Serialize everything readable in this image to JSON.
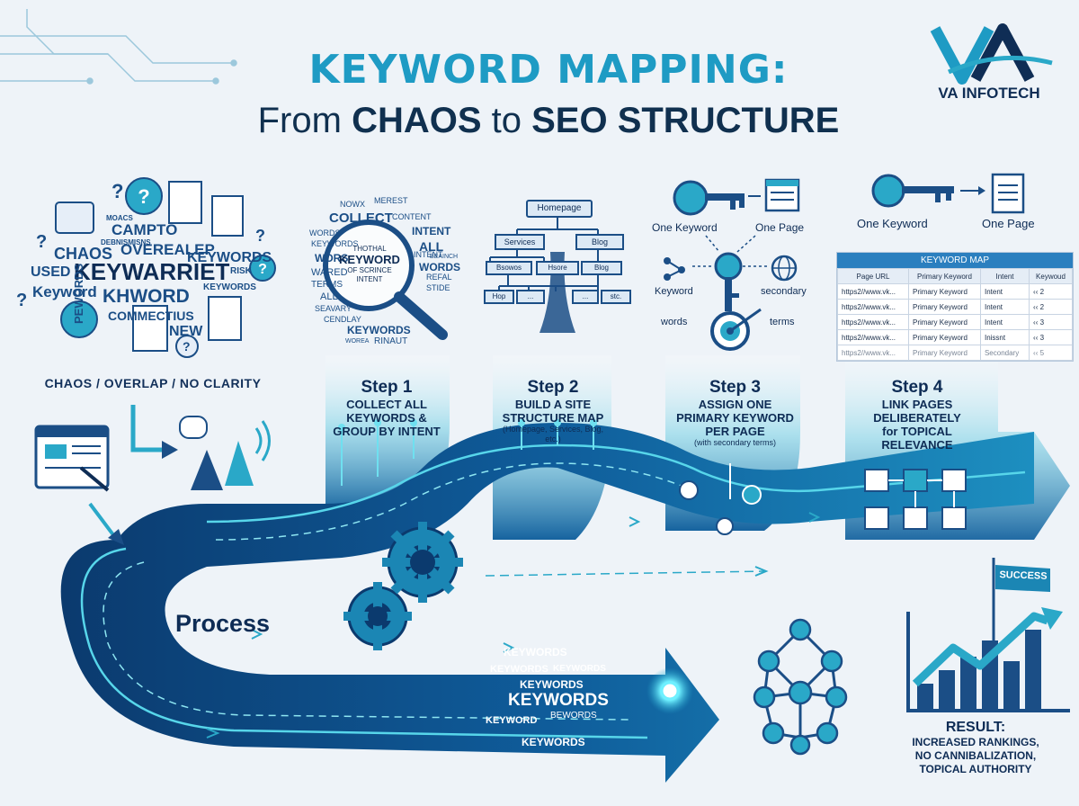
{
  "title": {
    "line1": "KEYWORD MAPPING:",
    "line2_pre": "From ",
    "line2_b1": "CHAOS",
    "line2_mid": " to ",
    "line2_b2": "SEO STRUCTURE"
  },
  "brand": {
    "name": "VA INFOTECH"
  },
  "chaos": {
    "label": "CHAOS / OVERLAP / NO CLARITY",
    "words": [
      "MOACS",
      "CAMPTO",
      "DEBNISMISNS",
      "OVEREALEP",
      "CHAOS",
      "KEYWORDS",
      "USED",
      "KEYWARRIET",
      "RISK",
      "KEYWORDS",
      "Keyword",
      "PEWORDS",
      "KHWORD",
      "COMMECTIUS",
      "NEW"
    ]
  },
  "step1": {
    "heading": "Step 1",
    "text": [
      "COLLECT ALL",
      "KEYWORDS &",
      "GROUP BY INTENT"
    ],
    "cloud": [
      "NOWX",
      "MEREST",
      "COLLECT",
      "CONTENT",
      "WORDS",
      "INTENT",
      "KEYWORDS",
      "ALL",
      "WORS",
      "WARED",
      "TERMS",
      "ALL",
      "SEAVARY",
      "CENDLAY",
      "WORDS",
      "REFAL",
      "STIDE",
      "KEYWORDS",
      "WOREA",
      "RINAUT",
      "BEAINCH",
      "INTENT"
    ],
    "lens": [
      "THOTHAL",
      "KEYWORD",
      "OF SCRINCE",
      "INTENT"
    ]
  },
  "step2": {
    "heading": "Step 2",
    "text": [
      "BUILD A SITE",
      "STRUCTURE MAP"
    ],
    "note": [
      "(Homepage, Services, Blog,",
      "etc.)"
    ],
    "tree": [
      "Homepage",
      "Services",
      "Blog",
      "Bsowos",
      "Hsore",
      "Blog",
      "Hop",
      "...",
      "...",
      "stc."
    ]
  },
  "step3": {
    "heading": "Step 3",
    "text": [
      "ASSIGN ONE",
      "PRIMARY KEYWORD",
      "PER PAGE"
    ],
    "note": "(with secondary terms)",
    "labels": [
      "One Keyword",
      "One Page",
      "Keyword",
      "secondary",
      "words",
      "terms"
    ]
  },
  "step4": {
    "heading": "Step 4",
    "text": [
      "LINK PAGES",
      "DELIBERATELY",
      "for TOPICAL",
      "RELEVANCE"
    ],
    "labels": [
      "One Keyword",
      "One Page"
    ]
  },
  "keyword_map": {
    "title": "KEYWORD MAP",
    "headers": [
      "Page URL",
      "Primary Keyword",
      "Intent",
      "Keywoud"
    ],
    "rows": [
      [
        "https2//www.vk...",
        "Primary Keyword",
        "Intent",
        "‹‹ 2"
      ],
      [
        "https2//www.vk...",
        "Primary Keyword",
        "Intent",
        "‹‹ 2"
      ],
      [
        "https2//www.vk...",
        "Primary Keyword",
        "Intent",
        "‹‹ 3"
      ],
      [
        "https2//www.vk...",
        "Primary Keyword",
        "Inissnt",
        "‹‹ 3"
      ],
      [
        "https2//www.vk...",
        "Primary Keyword",
        "Secondary",
        "‹‹ 5"
      ]
    ]
  },
  "process": {
    "label": "Process"
  },
  "keyword_stream": [
    "KEYWORDS",
    "KEYWORDS",
    "KEYWORDS",
    "KEYWORDS",
    "KEYWORDS",
    "KEYWORD",
    "BEWORDS",
    "KEYWORDS"
  ],
  "success": {
    "flag": "SUCCESS"
  },
  "result": {
    "heading": "RESULT:",
    "lines": [
      "INCREASED RANKINGS,",
      "NO CANNIBALIZATION,",
      "TOPICAL AUTHORITY"
    ]
  },
  "colors": {
    "navy": "#0e2c55",
    "teal": "#1e9bc4",
    "cyan": "#3fd0e0",
    "deep": "#0b3a6e",
    "bg": "#eef3f8"
  }
}
